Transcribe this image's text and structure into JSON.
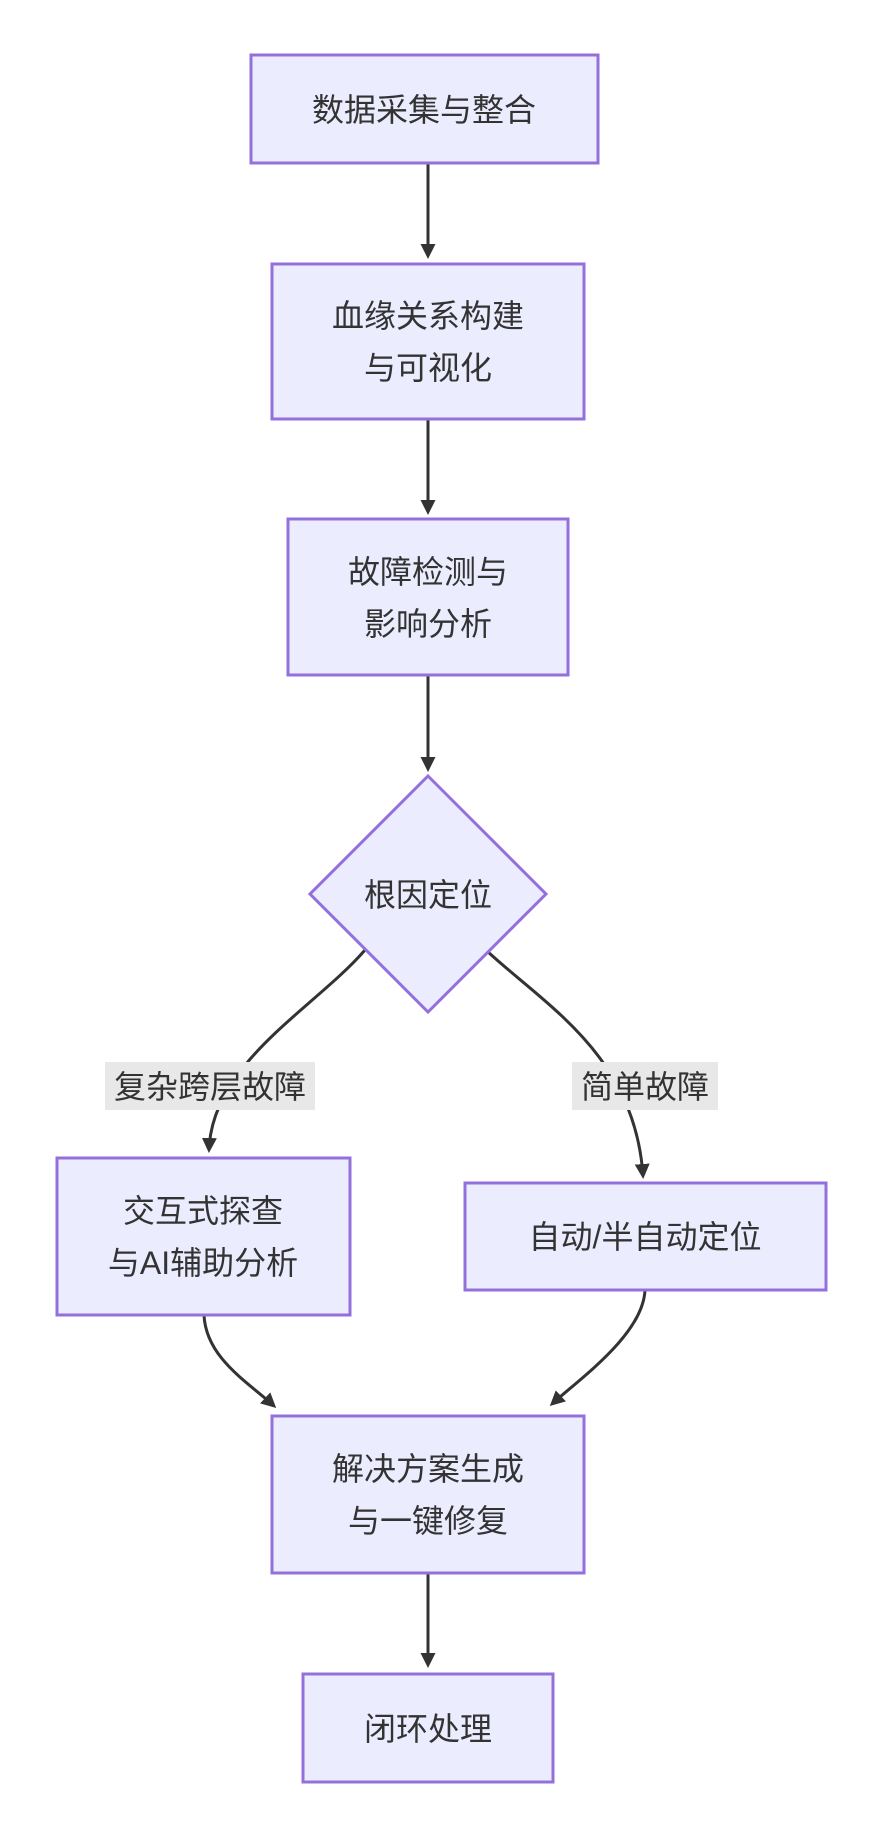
{
  "diagram": {
    "type": "flowchart-top-down",
    "theme": {
      "node_fill": "#ECECFF",
      "node_border": "#9370DB",
      "edge_color": "#333333",
      "text_color": "#333333",
      "edge_label_bg": "#E8E8E8",
      "page_bg": "#FFFFFF"
    },
    "nodes": [
      {
        "id": "collect",
        "shape": "rectangle",
        "lines": [
          "数据采集与整合"
        ]
      },
      {
        "id": "lineage",
        "shape": "rectangle",
        "lines": [
          "血缘关系构建",
          "与可视化"
        ]
      },
      {
        "id": "detect",
        "shape": "rectangle",
        "lines": [
          "故障检测与",
          "影响分析"
        ]
      },
      {
        "id": "root-cause",
        "shape": "diamond",
        "lines": [
          "根因定位"
        ]
      },
      {
        "id": "interactive",
        "shape": "rectangle",
        "lines": [
          "交互式探查",
          "与AI辅助分析"
        ]
      },
      {
        "id": "auto",
        "shape": "rectangle",
        "lines": [
          "自动/半自动定位"
        ]
      },
      {
        "id": "solution",
        "shape": "rectangle",
        "lines": [
          "解决方案生成",
          "与一键修复"
        ]
      },
      {
        "id": "closed-loop",
        "shape": "rectangle",
        "lines": [
          "闭环处理"
        ]
      }
    ],
    "edges": [
      {
        "from": "collect",
        "to": "lineage",
        "label": ""
      },
      {
        "from": "lineage",
        "to": "detect",
        "label": ""
      },
      {
        "from": "detect",
        "to": "root-cause",
        "label": ""
      },
      {
        "from": "root-cause",
        "to": "interactive",
        "label": "复杂跨层故障"
      },
      {
        "from": "root-cause",
        "to": "auto",
        "label": "简单故障"
      },
      {
        "from": "interactive",
        "to": "solution",
        "label": ""
      },
      {
        "from": "auto",
        "to": "solution",
        "label": ""
      },
      {
        "from": "solution",
        "to": "closed-loop",
        "label": ""
      }
    ]
  }
}
